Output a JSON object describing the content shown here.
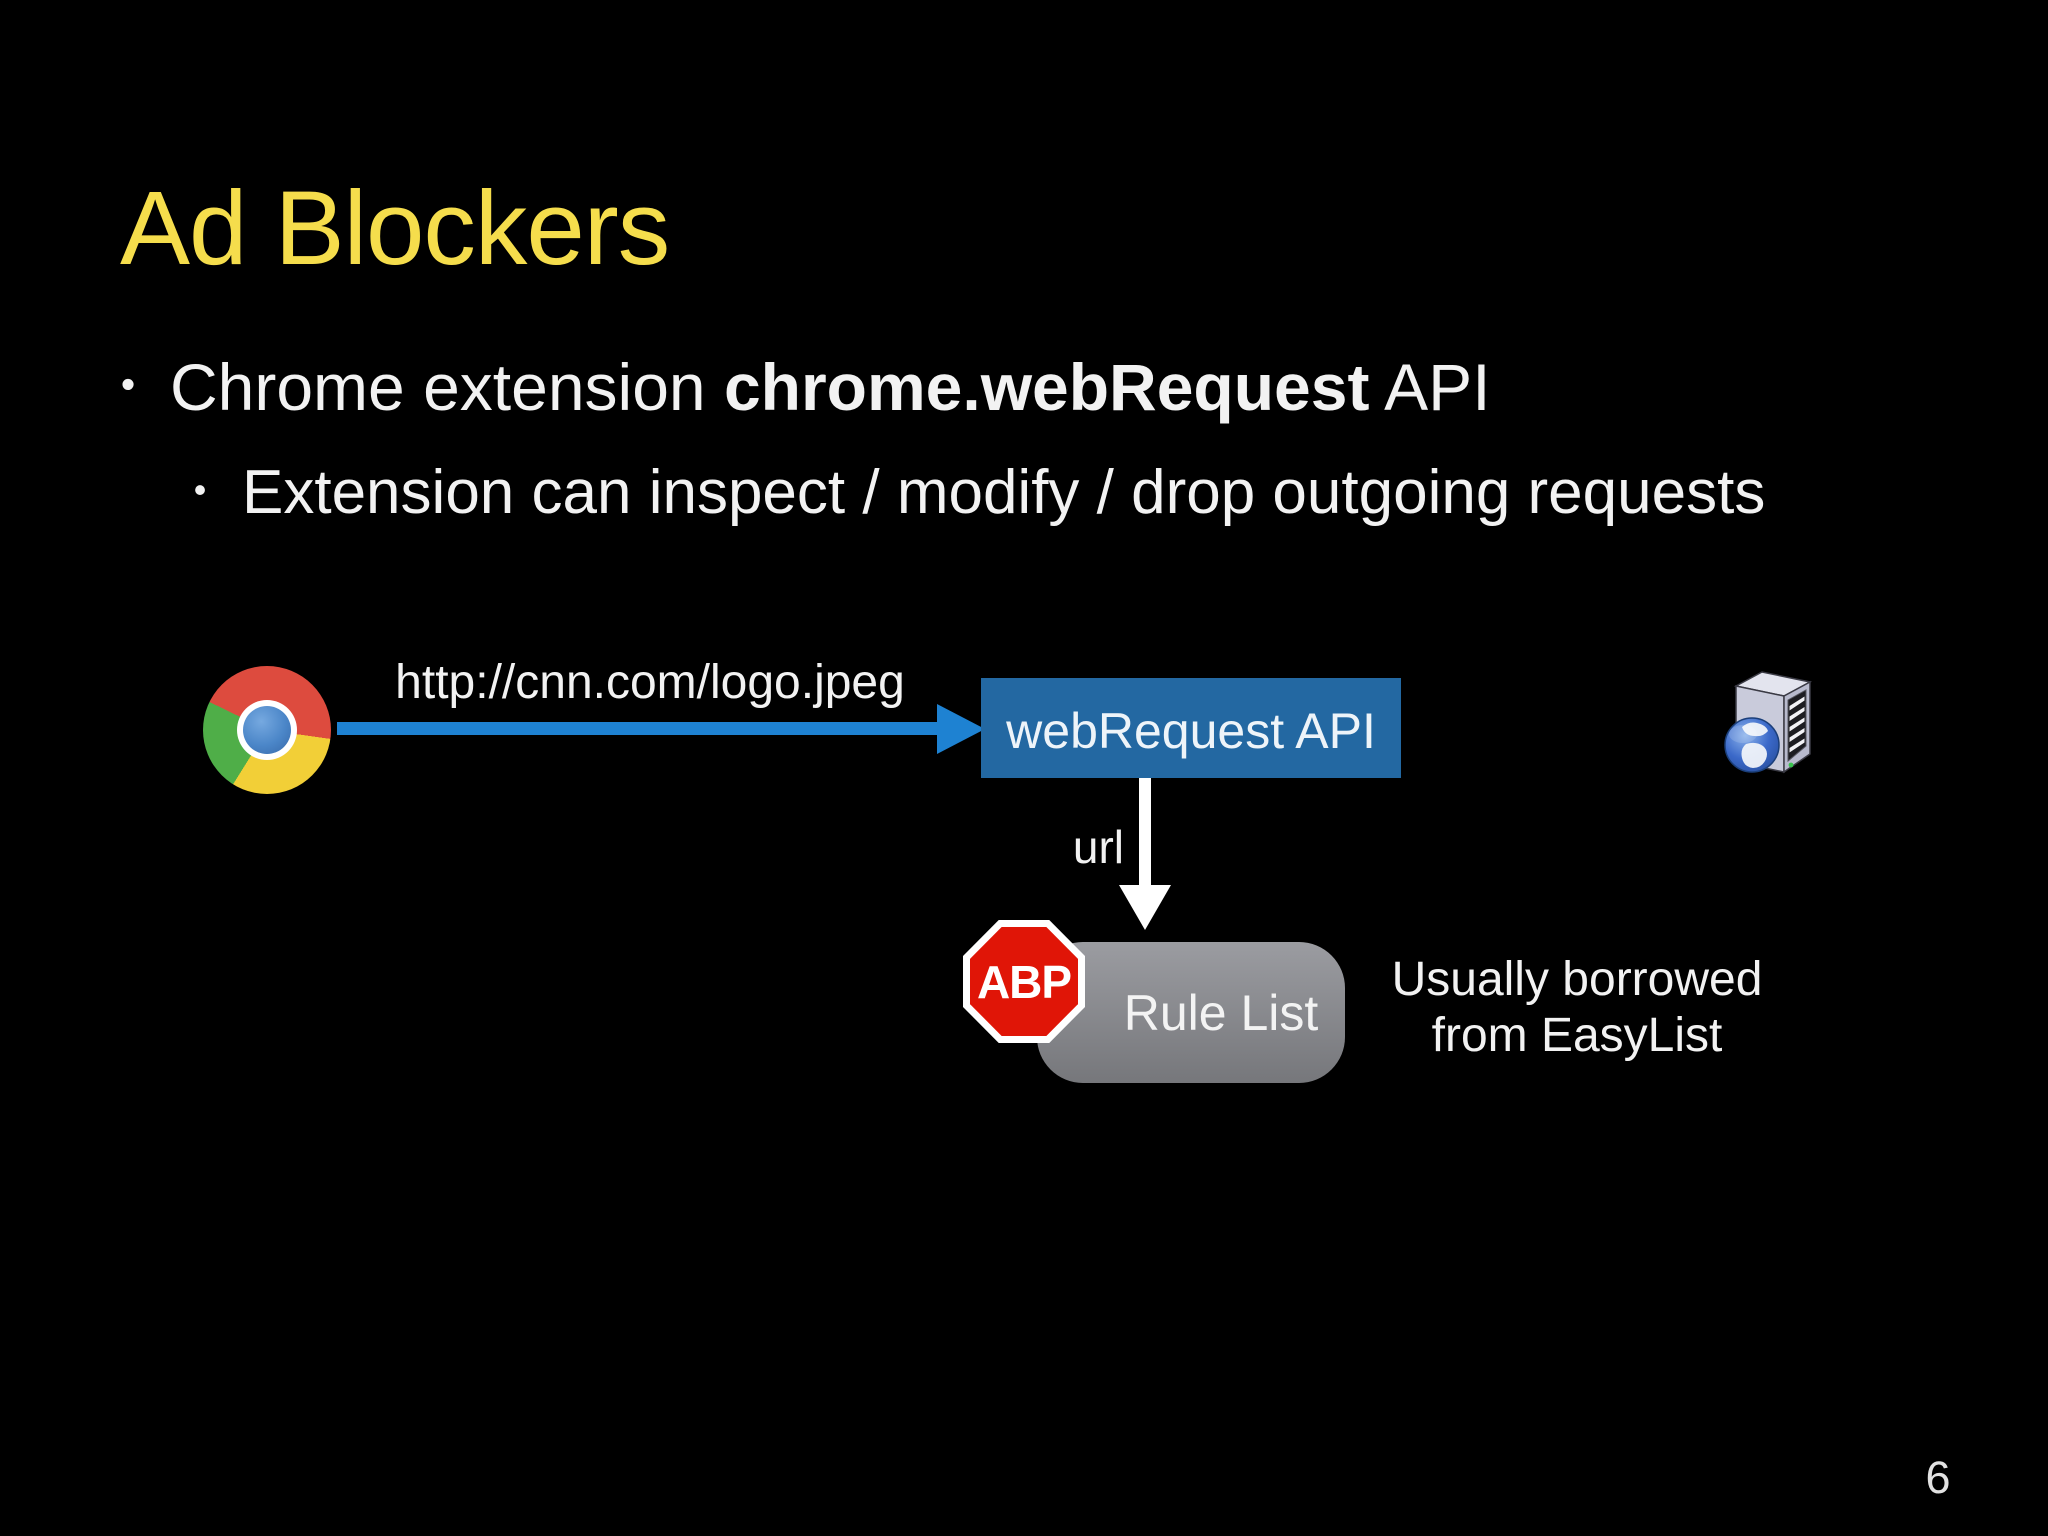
{
  "slide": {
    "title": "Ad Blockers",
    "page_number": "6",
    "bullet_glyph": "•",
    "bullet1": {
      "pre": "Chrome extension ",
      "bold": "chrome.webRequest",
      "post": " API"
    },
    "bullet2": "Extension can inspect / modify / drop outgoing requests",
    "diagram": {
      "request_label": "http://cnn.com/logo.jpeg",
      "api_box_label": "webRequest API",
      "url_label": "url",
      "abp_label": "ABP",
      "rule_list_label": "Rule List",
      "note_line1": "Usually borrowed",
      "note_line2": "from EasyList",
      "icons": {
        "browser": "chrome-icon",
        "adblock": "abp-stop-sign-icon",
        "server": "web-server-icon"
      }
    },
    "colors": {
      "background": "#000000",
      "title": "#F5DD4C",
      "body_text": "#F2F2F2",
      "arrow_blue": "#1E82D2",
      "api_box_bg": "#2368A2",
      "abp_red": "#E01507",
      "rule_gray_top": "#9B9CA1",
      "rule_gray_bottom": "#76777B"
    }
  }
}
